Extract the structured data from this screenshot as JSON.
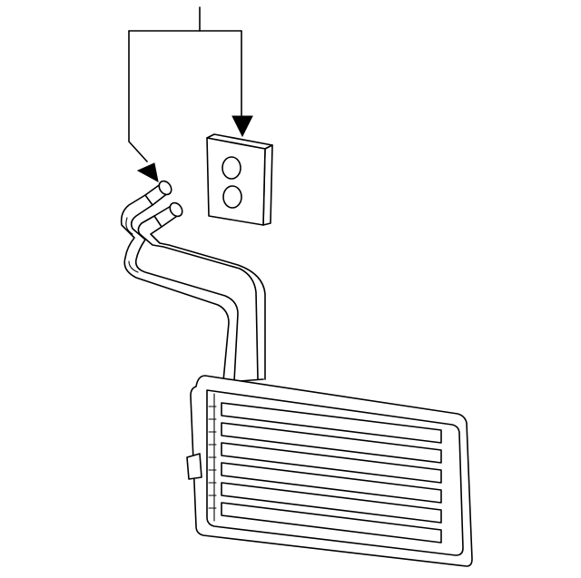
{
  "diagram": {
    "colors": {
      "line": "#000000",
      "background": "#ffffff"
    },
    "parts": [
      "callout-leader",
      "gasket-seal",
      "heater-core",
      "inlet-outlet-tubes"
    ]
  }
}
